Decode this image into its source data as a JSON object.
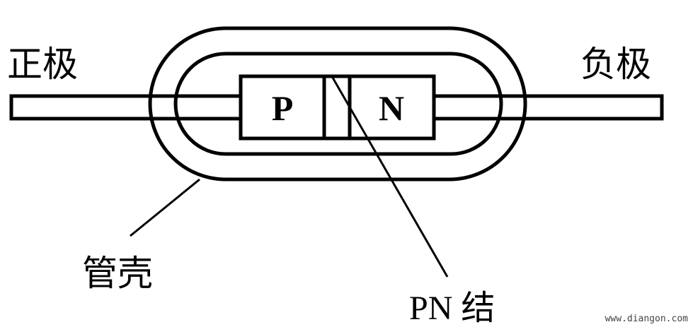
{
  "labels": {
    "anode": "正极",
    "cathode": "负极",
    "p_region": "P",
    "n_region": "N",
    "casing": "管壳",
    "junction": "PN 结"
  },
  "watermark": "www.diangon.com"
}
